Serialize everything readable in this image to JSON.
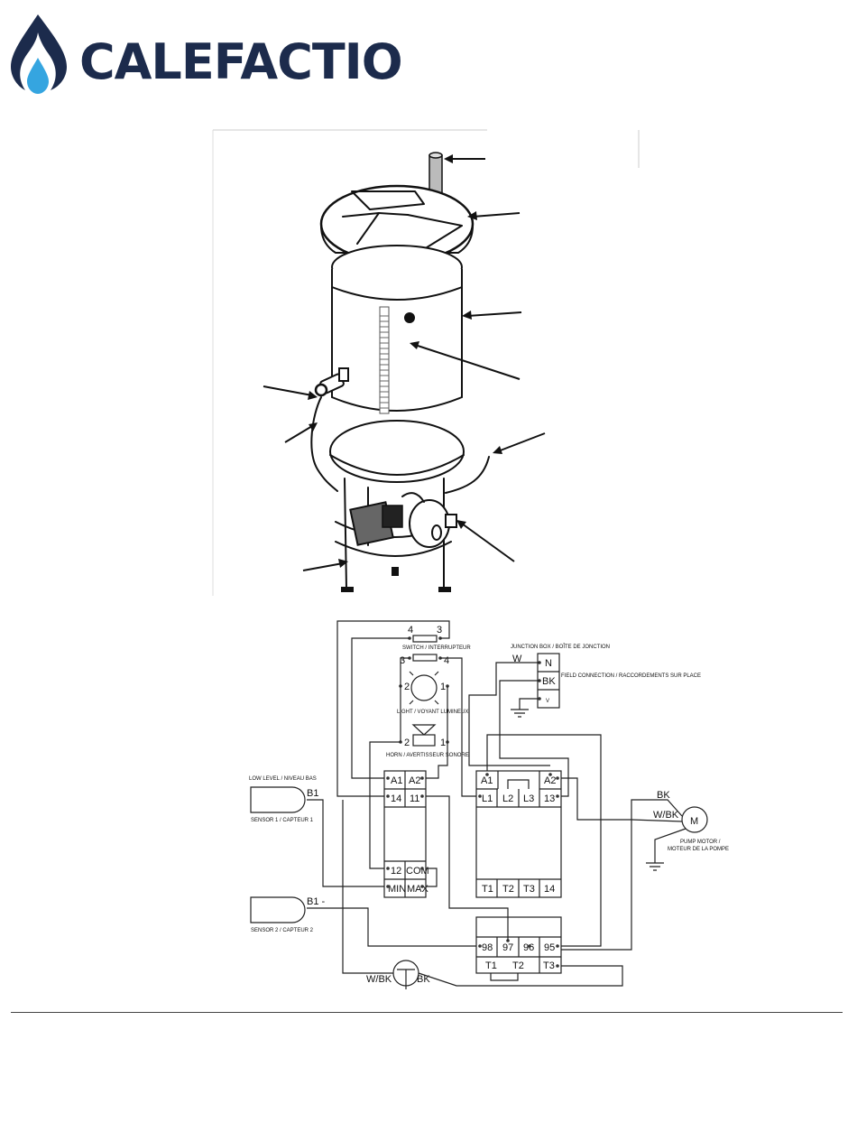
{
  "brand": {
    "name": "CALEFACTIO",
    "colors": {
      "navy": "#1c2b4c",
      "drop_blue": "#35a5e0"
    }
  },
  "wiring": {
    "switch_pins": [
      "4",
      "3"
    ],
    "switch_label": "SWITCH / INTERRUPTEUR",
    "switch2_pins": [
      "3",
      "4"
    ],
    "light_pins": [
      "2",
      "1"
    ],
    "light_label": "LIGHT / VOYANT LUMINEUX",
    "horn_pins": [
      "2",
      "1"
    ],
    "horn_label": "HORN / AVERTISSEUR SONORE",
    "junction_box_label": "JUNCTION BOX / BOÎTE DE JONCTION",
    "jb_wire": "W",
    "jb_terminals": [
      "N",
      "BK",
      "V"
    ],
    "field_connection_label": "FIELD CONNECTION / RACCORDEMENTS SUR PLACE",
    "low_level_label": "LOW LEVEL / NIVEAU BAS",
    "sensor1_wire": "B1",
    "sensor1_label": "SENSOR 1 / CAPTEUR 1",
    "sensor2_wire": "B1 -",
    "sensor2_label": "SENSOR 2 / CAPTEUR 2",
    "level_relay": {
      "top": [
        "A1",
        "A2"
      ],
      "row2": [
        "14",
        "11"
      ],
      "row3": [
        "12",
        "COM"
      ],
      "row4": [
        "MIN",
        "MAX"
      ]
    },
    "contactor": {
      "top": [
        "A1",
        "A2"
      ],
      "row2": [
        "L1",
        "L2",
        "L3",
        "13"
      ],
      "bottom": [
        "T1",
        "T2",
        "T3",
        "14"
      ]
    },
    "overload": {
      "top": [
        "98",
        "97",
        "96",
        "95"
      ],
      "bottom": [
        "T1",
        "T2",
        "T3"
      ]
    },
    "motor": {
      "symbol": "M",
      "wire1": "BK",
      "wire2": "W/BK",
      "label_line1": "PUMP MOTOR /",
      "label_line2": "MOTEUR DE LA POMPE"
    },
    "thermostat": {
      "left_wire": "W/BK",
      "right_wire": "BK"
    }
  }
}
